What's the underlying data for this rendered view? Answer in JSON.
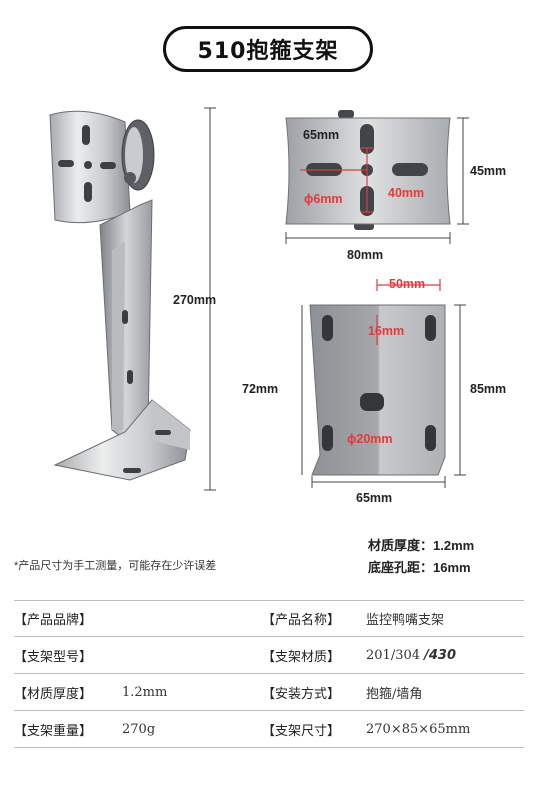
{
  "title": "510抱箍支架",
  "dimensions": {
    "height_total": "270mm",
    "top_width": "80mm",
    "top_height": "45mm",
    "top_slot_span": "65mm",
    "top_hole": "ϕ6mm",
    "top_slot_len": "40mm",
    "base_slot_span": "50mm",
    "base_slot_len": "16mm",
    "base_left_height": "72mm",
    "base_right_height": "85mm",
    "base_hole": "ϕ20mm",
    "base_width": "65mm"
  },
  "specs": {
    "thickness": "材质厚度：1.2mm",
    "hole_spacing": "底座孔距：16mm"
  },
  "note": "*产品尺寸为手工测量，可能存在少许误差",
  "table": {
    "rows": [
      {
        "k1": "【产品品牌】",
        "v1": "",
        "k2": "【产品名称】",
        "v2": "监控鸭嘴支架",
        "v2_tail": ""
      },
      {
        "k1": "【支架型号】",
        "v1": "",
        "k2": "【支架材质】",
        "v2": "201/304 ",
        "v2_tail": "/430"
      },
      {
        "k1": "【材质厚度】",
        "v1": "1.2mm",
        "k2": "【安装方式】",
        "v2": "抱箍/墙角",
        "v2_tail": ""
      },
      {
        "k1": "【支架重量】",
        "v1": "270g",
        "k2": "【支架尺寸】",
        "v2": "270×85×65mm",
        "v2_tail": ""
      }
    ]
  },
  "colors": {
    "dim_red": "#e23b3b",
    "metal_light": "#d9dadc",
    "metal_dark": "#8e9196",
    "plate_gray": "#9fa1a4"
  }
}
